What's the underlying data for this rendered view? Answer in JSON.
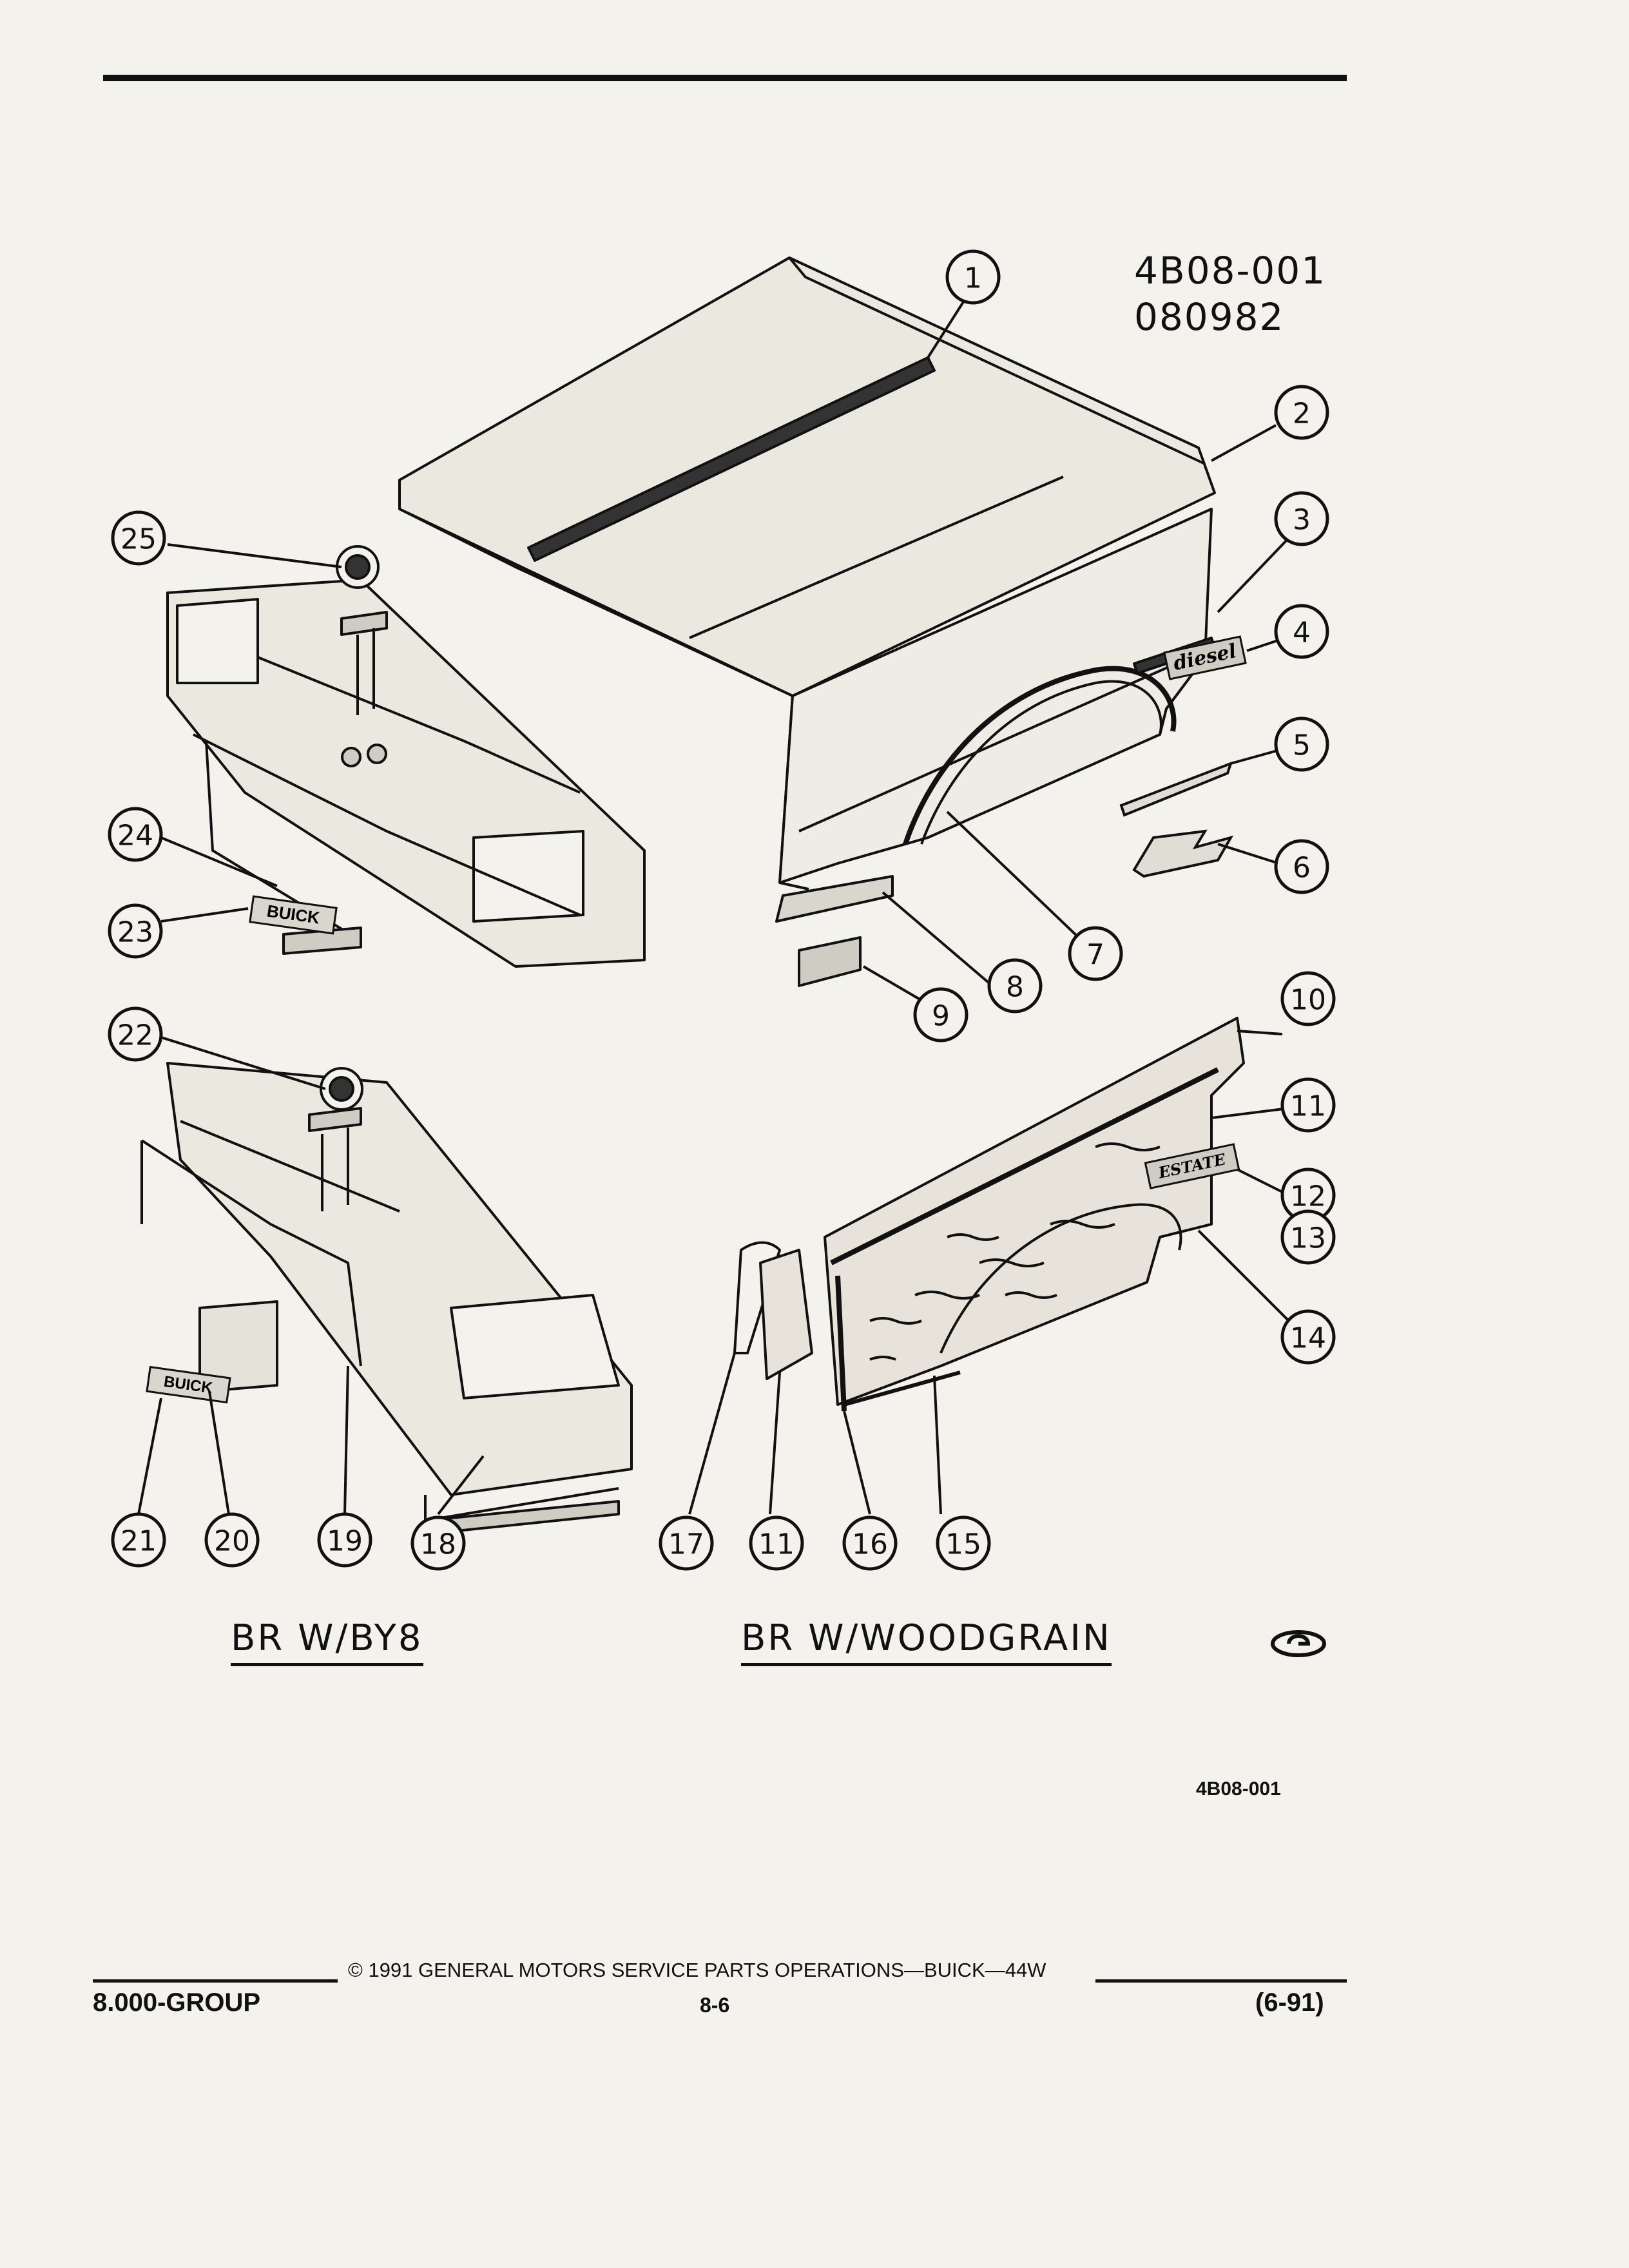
{
  "drawing": {
    "id": "4B08-001",
    "date_code": "080982"
  },
  "callouts": [
    "1",
    "2",
    "3",
    "4",
    "5",
    "6",
    "7",
    "8",
    "9",
    "10",
    "11",
    "12",
    "13",
    "14",
    "15",
    "16",
    "17",
    "11",
    "18",
    "19",
    "20",
    "21",
    "22",
    "23",
    "24",
    "25"
  ],
  "emblem_text": {
    "diesel": "diesel",
    "buick": "BUICK",
    "estate": "ESTATE"
  },
  "sections": {
    "left": "BR   W/BY8",
    "right": "BR   W/WOODGRAIN"
  },
  "figure_id": "4B08-001",
  "footer": {
    "group": "8.000-GROUP",
    "copyright": "© 1991 GENERAL MOTORS SERVICE PARTS OPERATIONS—BUICK—44W",
    "page": "8-6",
    "date": "(6-91)"
  }
}
